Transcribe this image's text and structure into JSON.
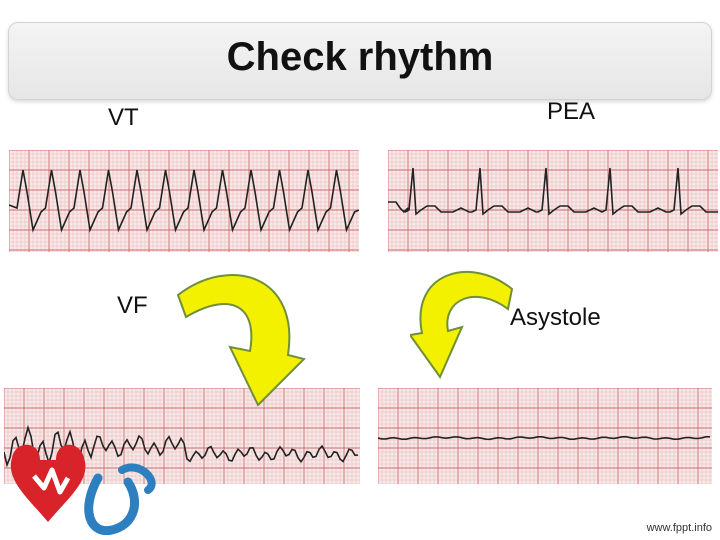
{
  "title": "Check rhythm",
  "rhythms": {
    "vt": "VT",
    "pea": "PEA",
    "vf": "VF",
    "asystole": "Asystole"
  },
  "watermark": "www.fppt.info",
  "colors": {
    "grid_bg": "#f7e9e9",
    "grid_minor": "#e6aaaa",
    "grid_major": "#cc6b6b",
    "trace": "#222222",
    "arrow_fill": "#f3f000",
    "arrow_stroke": "#6f8f3a"
  }
}
